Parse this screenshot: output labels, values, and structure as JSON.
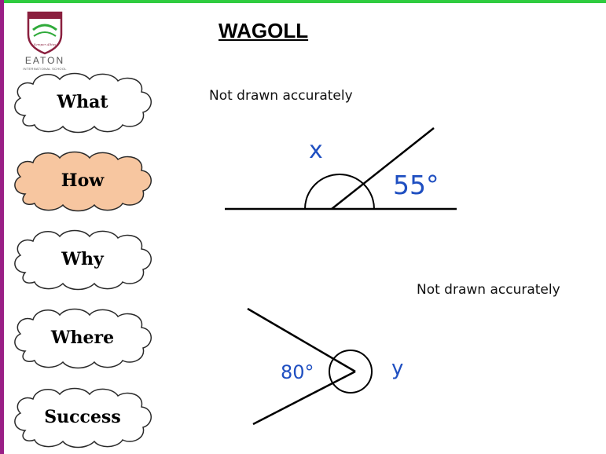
{
  "header": {
    "title": "WAGOLL"
  },
  "logo": {
    "motto": "Semper Altius",
    "school_name": "EATON",
    "school_subtitle": "INTERNATIONAL SCHOOL"
  },
  "sidebar": {
    "items": [
      {
        "label": "What",
        "highlighted": false
      },
      {
        "label": "How",
        "highlighted": true
      },
      {
        "label": "Why",
        "highlighted": false
      },
      {
        "label": "Where",
        "highlighted": false
      },
      {
        "label": "Success",
        "highlighted": false
      }
    ]
  },
  "diagram1": {
    "note": "Not drawn accurately",
    "unknown_label": "x",
    "angle_label": "55°"
  },
  "diagram2": {
    "note": "Not drawn accurately",
    "angle_label": "80°",
    "unknown_label": "y"
  },
  "colors": {
    "top_bar": "#2fcc3f",
    "left_bar": "#9a1f86",
    "highlight_cloud": "#f7c6a0",
    "angle_label": "#1f4fc1"
  }
}
